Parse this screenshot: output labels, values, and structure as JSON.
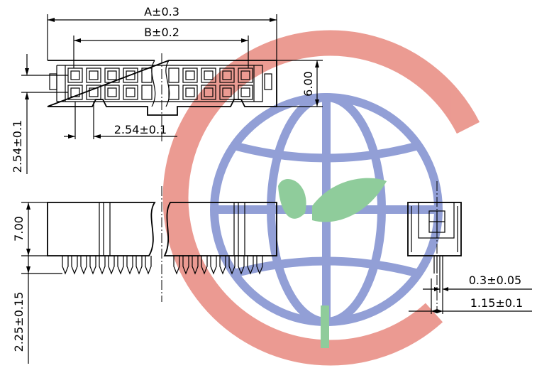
{
  "colors": {
    "watermark_red": "#e8897f",
    "watermark_blue": "#7f8fd0",
    "watermark_green": "#7cc48a",
    "line": "#000000"
  },
  "dimensions": {
    "overall_length": "A±0.3",
    "pin_span": "B±0.2",
    "pitch_horizontal": "2.54±0.1",
    "pitch_vertical": "2.54±0.1",
    "width": "6.00",
    "body_height": "7.00",
    "pin_length": "2.25±0.15",
    "pin_thickness": "0.3±0.05",
    "pin_offset": "1.15±0.1"
  }
}
